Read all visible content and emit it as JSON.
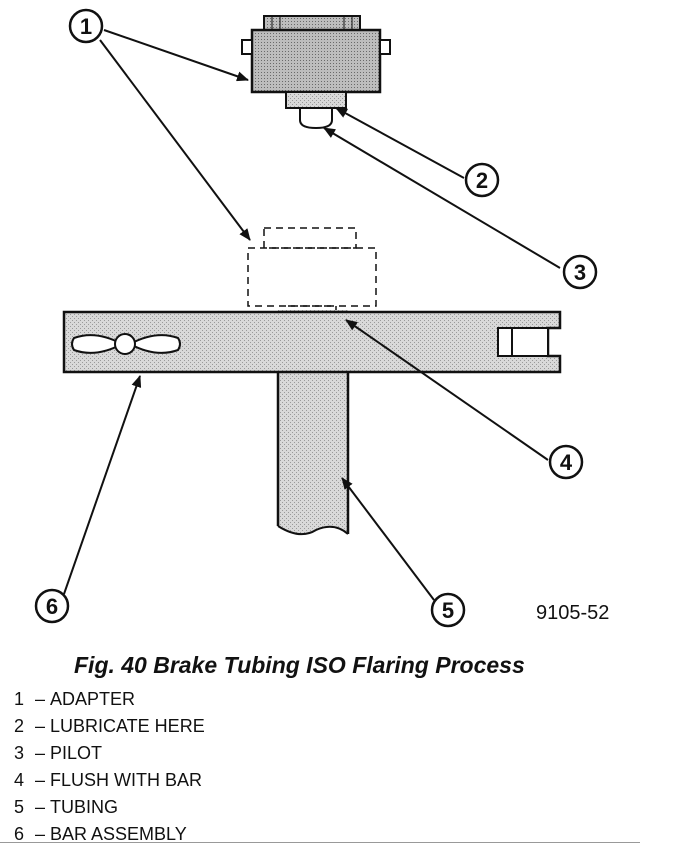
{
  "figure": {
    "code": "9105-52",
    "caption": "Fig. 40 Brake Tubing ISO Flaring Process",
    "callouts": [
      "1",
      "2",
      "3",
      "4",
      "5",
      "6"
    ]
  },
  "legend": [
    {
      "num": "1",
      "sep": "–",
      "label": "ADAPTER"
    },
    {
      "num": "2",
      "sep": "–",
      "label": "LUBRICATE HERE"
    },
    {
      "num": "3",
      "sep": "–",
      "label": "PILOT"
    },
    {
      "num": "4",
      "sep": "–",
      "label": "FLUSH WITH BAR"
    },
    {
      "num": "5",
      "sep": "–",
      "label": "TUBING"
    },
    {
      "num": "6",
      "sep": "–",
      "label": "BAR ASSEMBLY"
    }
  ]
}
